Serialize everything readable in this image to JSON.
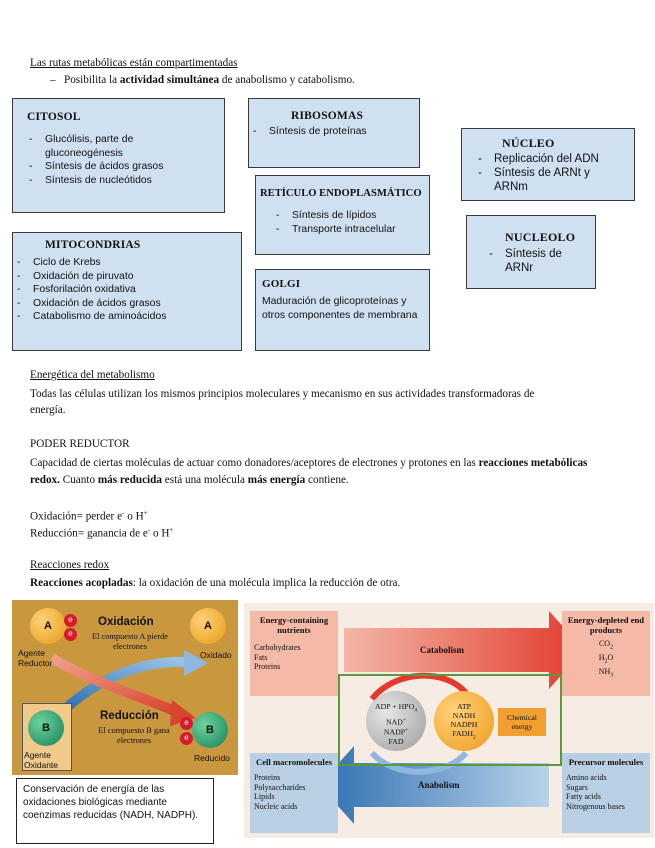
{
  "section1": {
    "heading": "Las rutas metabólicas están compartimentadas",
    "bullet_pre": "Posibilita la ",
    "bullet_bold": "actividad simultánea",
    "bullet_post": "  de anabolismo y catabolismo."
  },
  "organelles": {
    "citosol": {
      "title": "CITOSOL",
      "items": [
        "Glucólisis, parte de gluconeogénesis",
        "Síntesis de ácidos grasos",
        "Síntesis de nucleótidos"
      ]
    },
    "ribosomas": {
      "title": "RIBOSOMAS",
      "items": [
        "Síntesis de proteínas"
      ]
    },
    "nucleo": {
      "title": "NÚCLEO",
      "items": [
        "Replicación del ADN",
        "Síntesis de ARNt y ARNm"
      ]
    },
    "reticulo": {
      "title": "RETÍCULO ENDOPLASMÁTICO",
      "items": [
        "Síntesis de lípidos",
        "Transporte intracelular"
      ]
    },
    "nucleolo": {
      "title": "NUCLEOLO",
      "items": [
        "Síntesis de ARNr"
      ]
    },
    "mitocondrias": {
      "title": "MITOCONDRIAS",
      "items": [
        "Ciclo de Krebs",
        "Oxidación de piruvato",
        "Fosforilación oxidativa",
        "Oxidación de ácidos grasos",
        "Catabolismo de aminoácidos"
      ]
    },
    "golgi": {
      "title": "GOLGI",
      "text": "Maduración de glicoproteínas y otros componentes de membrana"
    }
  },
  "section2": {
    "heading": "Energética del metabolismo",
    "text": "Todas las células utilizan los mismos principios moleculares y mecanismo en sus actividades transformadoras de energía."
  },
  "section3": {
    "heading": "PODER REDUCTOR",
    "text_pre": "Capacidad de ciertas moléculas de actuar como donadores/aceptores de electrones y protones en las ",
    "bold1": "reacciones metabólicas redox.",
    "mid1": " Cuanto ",
    "bold2": "más reducida",
    "mid2": " está una molécula ",
    "bold3": "más energía",
    "end": " contiene.",
    "oxidacion": "Oxidación= perder e",
    "reduccion": "Reducción= ganancia de e",
    "sup_minus": "-",
    "sup_plus": "+",
    "o_h": " o H"
  },
  "section4": {
    "heading": "Reacciones redox",
    "bold": "Reacciones acopladas",
    "text": ": la oxidación de una molécula implica la reducción de otra."
  },
  "redox_figure": {
    "a_label": "A",
    "b_label": "B",
    "electron": "e",
    "oxidacion_title": "Oxidación",
    "oxidacion_desc": "El compuesto A pierde electrones",
    "reduccion_title": "Reducción",
    "reduccion_desc": "El compuesto B gana electrones",
    "agente_reductor": "Agente Reductor",
    "oxidado": "Oxidado",
    "agente_oxidante": "Agente Oxidante",
    "reducido": "Reducido",
    "caption": "Conservación de energía de las oxidaciones biológicas mediante coenzimas reducidas (NADH, NADPH)."
  },
  "metabolism_figure": {
    "energy_nutrients_title": "Energy-containing nutrients",
    "energy_nutrients_items": [
      "Carbohydrates",
      "Fats",
      "Proteins"
    ],
    "catabolism": "Catabolism",
    "depleted_title": "Energy-depleted end products",
    "depleted_items": [
      "CO",
      "H",
      "NH"
    ],
    "left_circle": [
      "ADP + HPO",
      "NAD",
      "NADP",
      "FAD"
    ],
    "right_circle": [
      "ATP",
      "NADH",
      "NADPH",
      "FADH"
    ],
    "chemical_energy": "Chemical energy",
    "cell_macro_title": "Cell macromolecules",
    "cell_macro_items": [
      "Proteins",
      "Polysaccharides",
      "Lipids",
      "Nucleic acids"
    ],
    "anabolism": "Anabolism",
    "precursor_title": "Precursor molecules",
    "precursor_items": [
      "Amino acids",
      "Sugars",
      "Fatty acids",
      "Nitrogenous bases"
    ],
    "colors": {
      "catabolism_red": "#e23a2e",
      "anabolism_blue": "#2f6fb0",
      "orange": "#f0a030",
      "green_frame": "#5a9a3a"
    }
  }
}
